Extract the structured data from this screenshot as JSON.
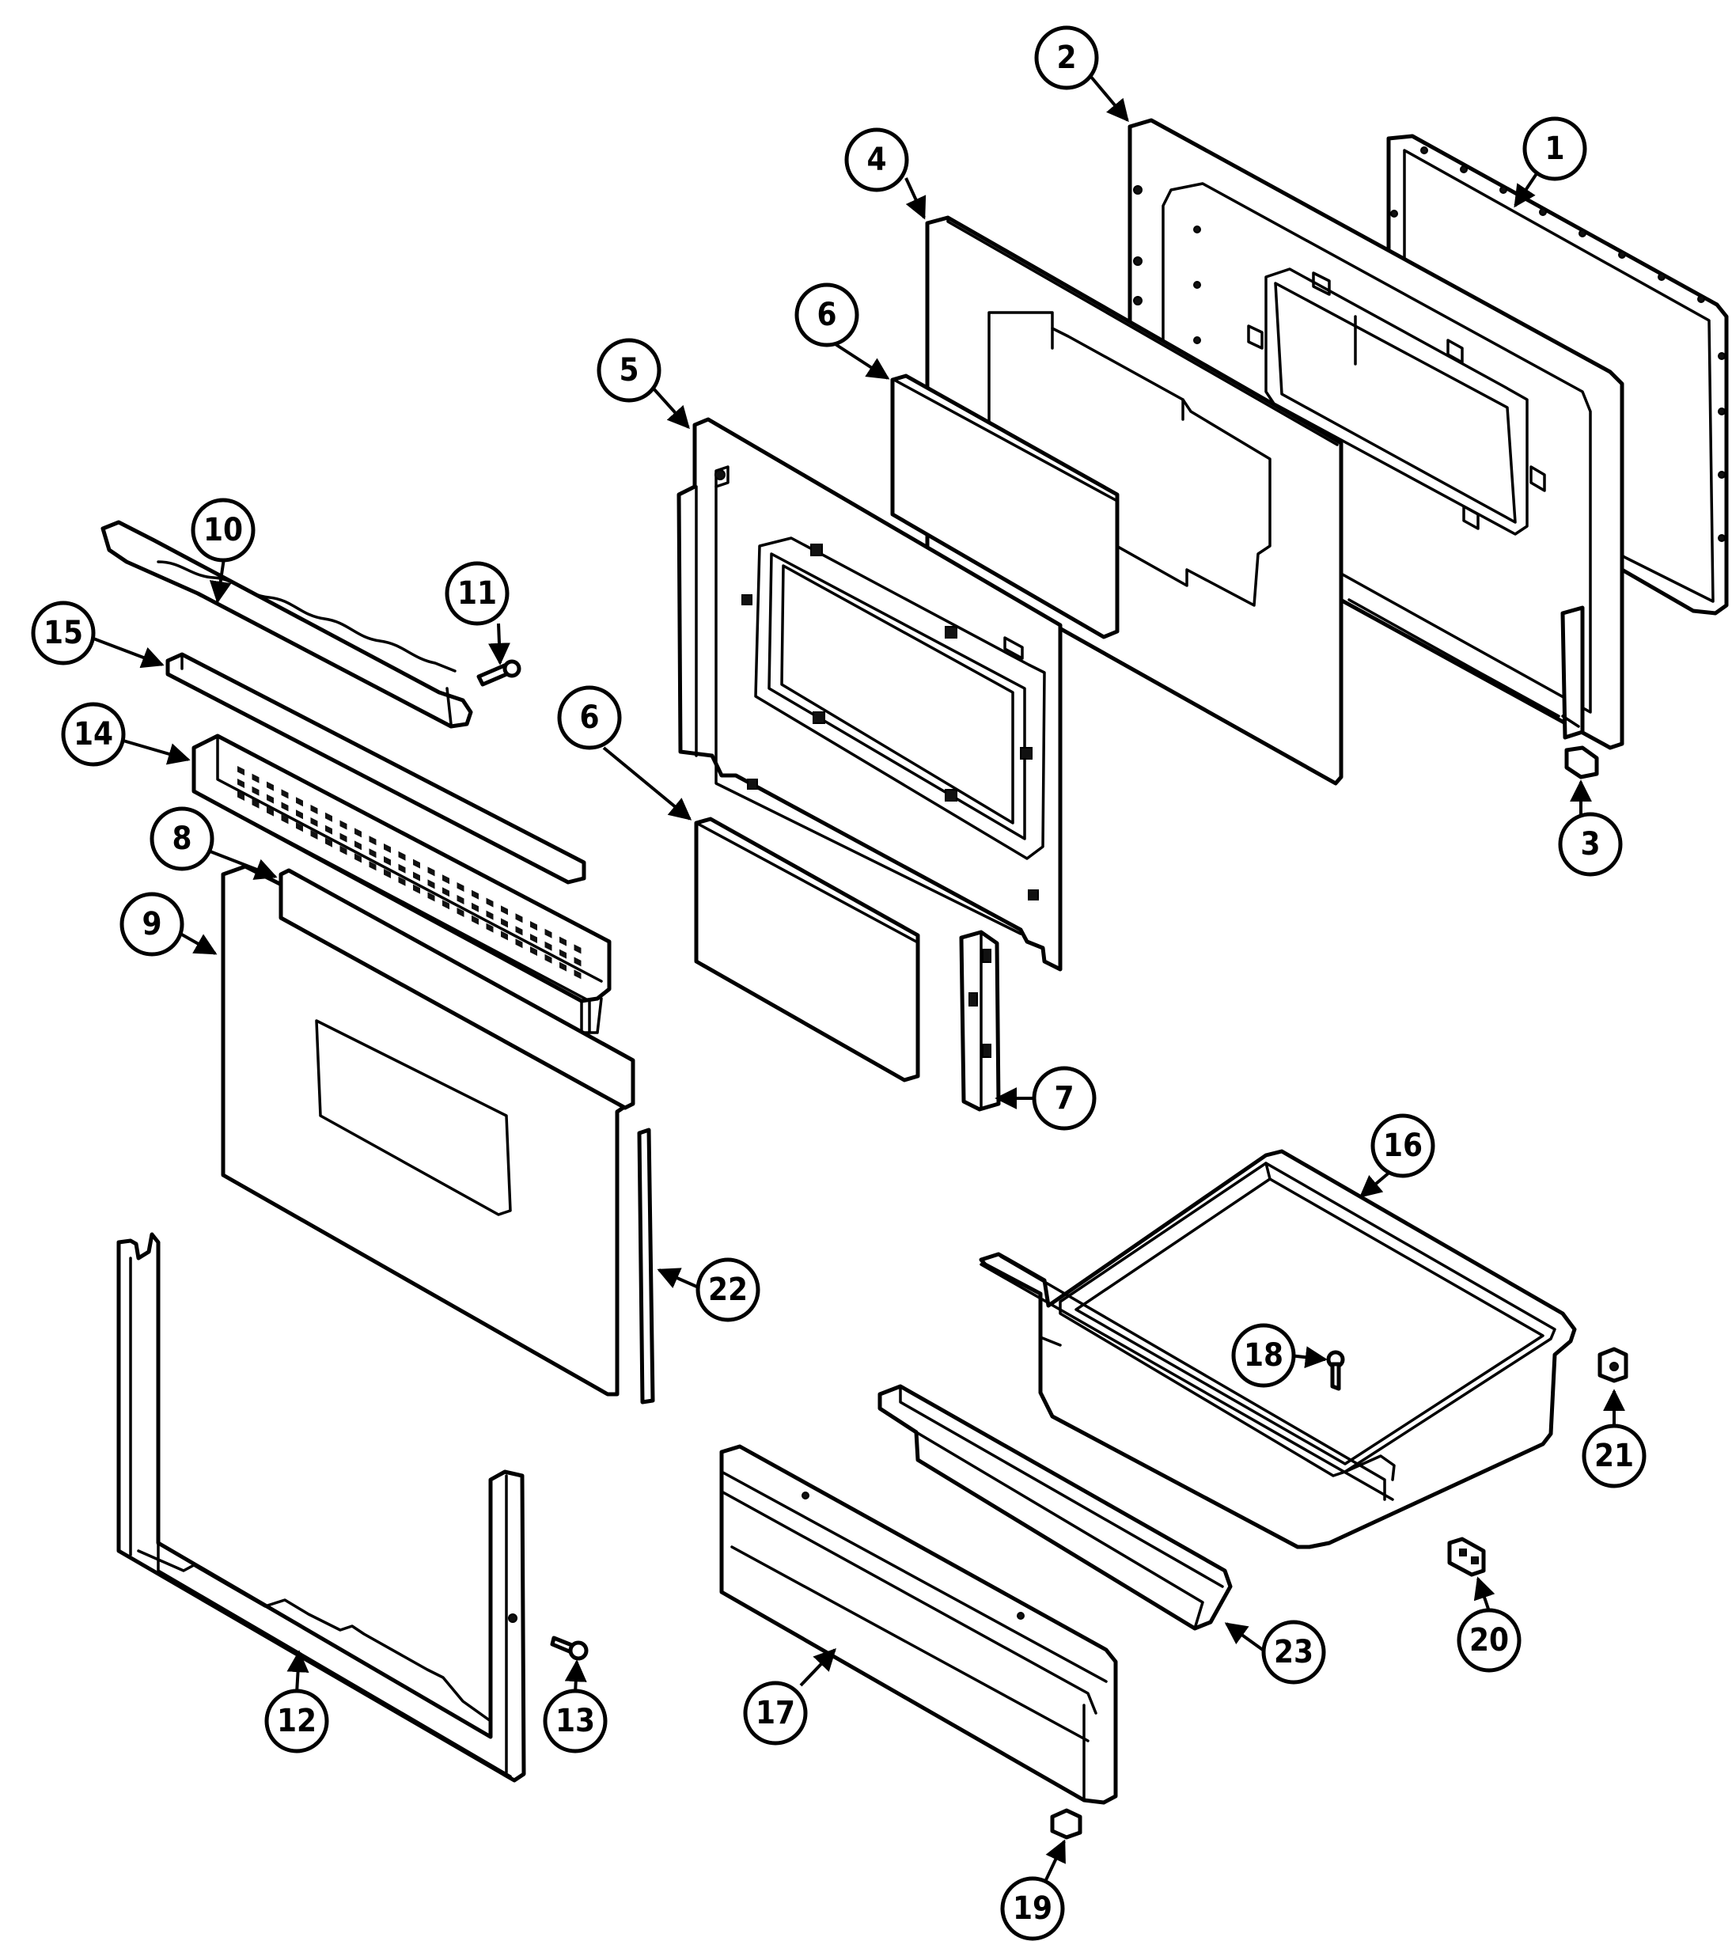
{
  "diagram": {
    "type": "exploded parts diagram",
    "callouts": [
      {
        "id": "c1",
        "label": "1"
      },
      {
        "id": "c2",
        "label": "2"
      },
      {
        "id": "c3",
        "label": "3"
      },
      {
        "id": "c4",
        "label": "4"
      },
      {
        "id": "c5",
        "label": "5"
      },
      {
        "id": "c6a",
        "label": "6"
      },
      {
        "id": "c6b",
        "label": "6"
      },
      {
        "id": "c7",
        "label": "7"
      },
      {
        "id": "c8",
        "label": "8"
      },
      {
        "id": "c9",
        "label": "9"
      },
      {
        "id": "c10",
        "label": "10"
      },
      {
        "id": "c11",
        "label": "11"
      },
      {
        "id": "c12",
        "label": "12"
      },
      {
        "id": "c13",
        "label": "13"
      },
      {
        "id": "c14",
        "label": "14"
      },
      {
        "id": "c15",
        "label": "15"
      },
      {
        "id": "c16",
        "label": "16"
      },
      {
        "id": "c17",
        "label": "17"
      },
      {
        "id": "c18",
        "label": "18"
      },
      {
        "id": "c19",
        "label": "19"
      },
      {
        "id": "c20",
        "label": "20"
      },
      {
        "id": "c21",
        "label": "21"
      },
      {
        "id": "c22",
        "label": "22"
      },
      {
        "id": "c23",
        "label": "23"
      }
    ]
  }
}
